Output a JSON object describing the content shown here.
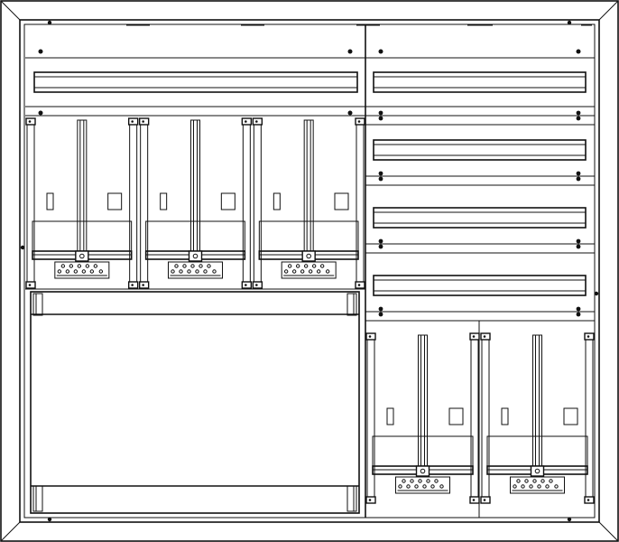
{
  "drawing": {
    "type": "electrical-distribution-cabinet-front-view",
    "left_column": {
      "top_rail_count": 1,
      "meter_bays": 3,
      "bottom_panel": "blank-cover"
    },
    "right_column": {
      "din_rails": 4,
      "meter_bays": 2
    }
  }
}
